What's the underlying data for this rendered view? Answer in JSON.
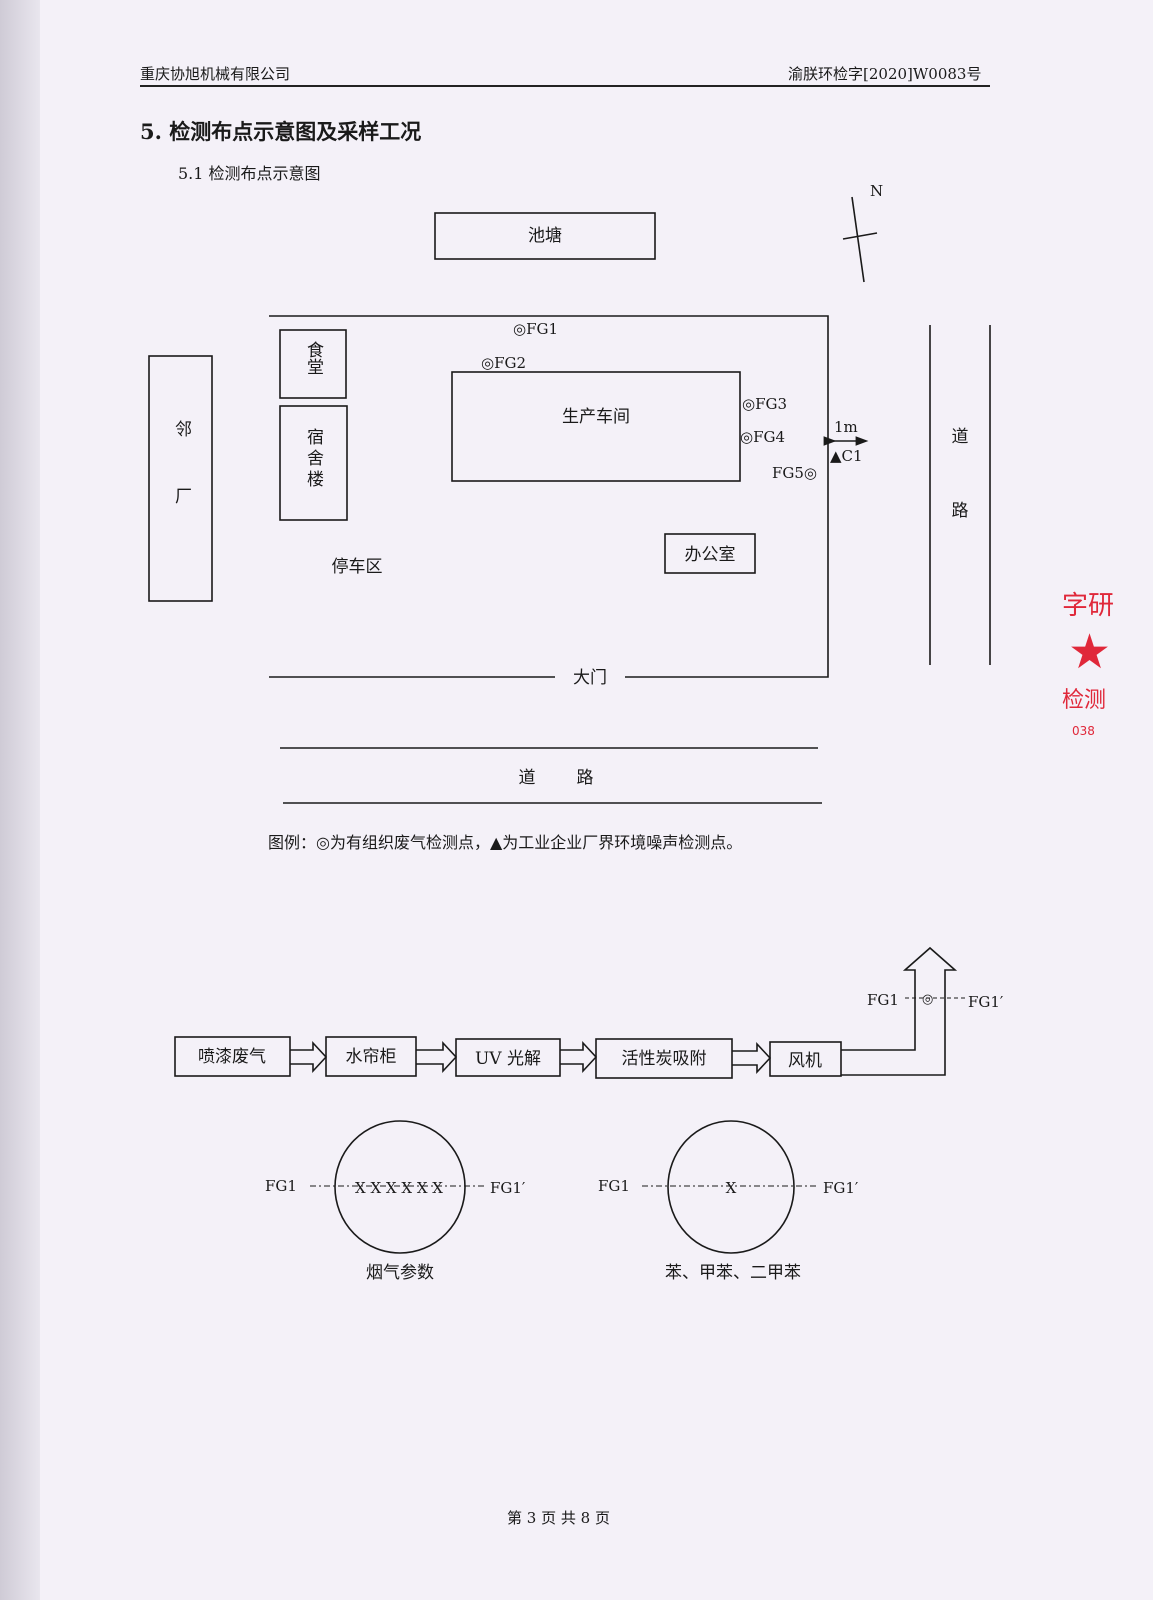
{
  "header": {
    "company": "重庆协旭机械有限公司",
    "report_no": "渝朕环检字[2020]W0083号"
  },
  "section": {
    "title": "5.  检测布点示意图及采样工况",
    "subtitle": "5.1 检测布点示意图"
  },
  "site_map": {
    "north": "N",
    "pond": "池塘",
    "canteen": "食堂",
    "dormitory": "宿舍楼",
    "neighbor": "邻厂",
    "workshop": "生产车间",
    "office": "办公室",
    "parking": "停车区",
    "gate": "大门",
    "road_right": [
      "道",
      "路"
    ],
    "road_bottom": [
      "道",
      "路"
    ],
    "points": [
      "◎FG1",
      "◎FG2",
      "◎FG3",
      "◎FG4",
      "FG5◎"
    ],
    "noise_distance": "1m",
    "noise_point": "▲C1"
  },
  "legend": "图例：◎为有组织废气检测点，▲为工业企业厂界环境噪声检测点。",
  "process": {
    "steps": [
      "喷漆废气",
      "水帘柜",
      "UV 光解",
      "活性炭吸附",
      "风机"
    ],
    "outlet_in": "FG1",
    "outlet_mark": "◎",
    "outlet_out": "FG1′"
  },
  "sections": [
    {
      "left": "FG1",
      "marks": "X X X X X X",
      "right": "FG1′",
      "label": "烟气参数"
    },
    {
      "left": "FG1",
      "marks": "X",
      "right": "FG1′",
      "label": "苯、甲苯、二甲苯"
    }
  ],
  "stamp": {
    "text": "字研",
    "text2": "检测",
    "code": "038"
  },
  "footer": "第 3 页 共 8 页",
  "colors": {
    "paper": "#f4f1f8",
    "ink": "#1a1a1a",
    "stamp": "#e0283a"
  }
}
